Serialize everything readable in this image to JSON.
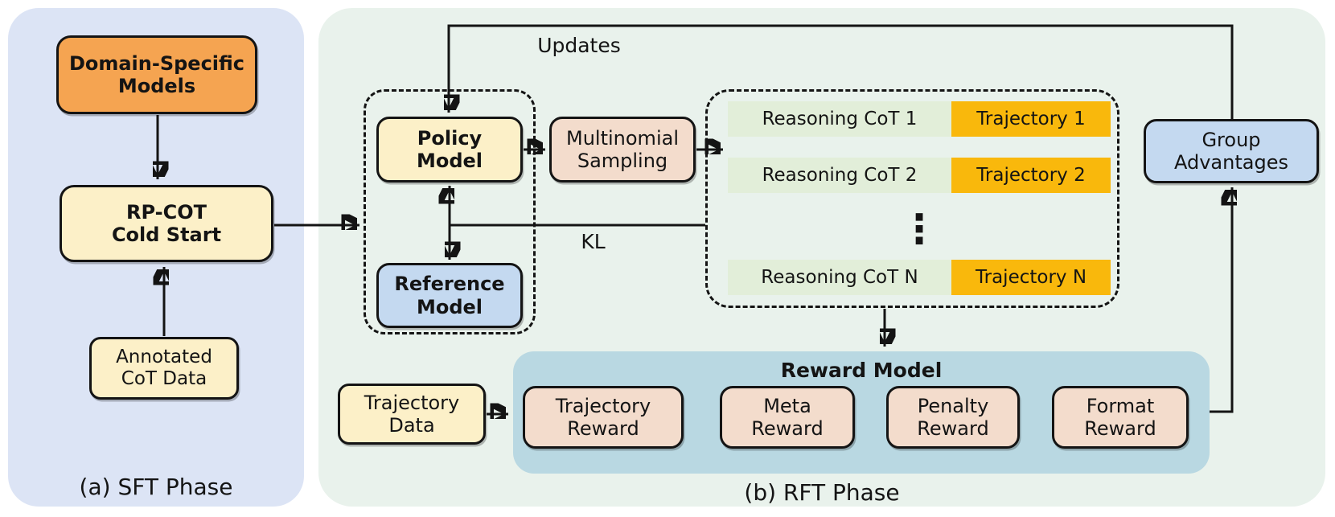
{
  "sft": {
    "label": "(a) SFT Phase",
    "domain_models": {
      "line1": "Domain-Specific",
      "line2": "Models"
    },
    "rp_cot": {
      "line1": "RP-COT",
      "line2": "Cold Start"
    },
    "annotated": {
      "line1": "Annotated",
      "line2": "CoT Data"
    }
  },
  "rft": {
    "label": "(b) RFT Phase",
    "updates_label": "Updates",
    "kl_label": "KL",
    "policy_model": {
      "line1": "Policy",
      "line2": "Model"
    },
    "reference_model": {
      "line1": "Reference",
      "line2": "Model"
    },
    "multinomial": {
      "line1": "Multinomial",
      "line2": "Sampling"
    },
    "rows": [
      {
        "cot": "Reasoning CoT 1",
        "traj": "Trajectory 1"
      },
      {
        "cot": "Reasoning CoT 2",
        "traj": "Trajectory 2"
      },
      {
        "cot": "Reasoning CoT N",
        "traj": "Trajectory N"
      }
    ],
    "ellipsis": "⋮",
    "group_advantages": {
      "line1": "Group",
      "line2": "Advantages"
    },
    "reward": {
      "title": "Reward Model",
      "boxes": [
        {
          "line1": "Trajectory",
          "line2": "Reward"
        },
        {
          "line1": "Meta",
          "line2": "Reward"
        },
        {
          "line1": "Penalty",
          "line2": "Reward"
        },
        {
          "line1": "Format",
          "line2": "Reward"
        }
      ]
    },
    "trajectory_data": {
      "line1": "Trajectory",
      "line2": "Data"
    }
  },
  "colors": {
    "sft_panel_bg": "#dce4f5",
    "rft_panel_bg": "#e9f2ec",
    "domain_models_fill": "#f5a451",
    "cream_fill": "#fcf0c8",
    "blue_box_fill": "#c4d9f0",
    "peach_fill": "#f3dccc",
    "reward_container_fill": "#b9d8e2",
    "reasoning_cell_fill": "#e2eed9",
    "trajectory_cell_fill": "#f9b80c",
    "stroke": "#141414"
  }
}
